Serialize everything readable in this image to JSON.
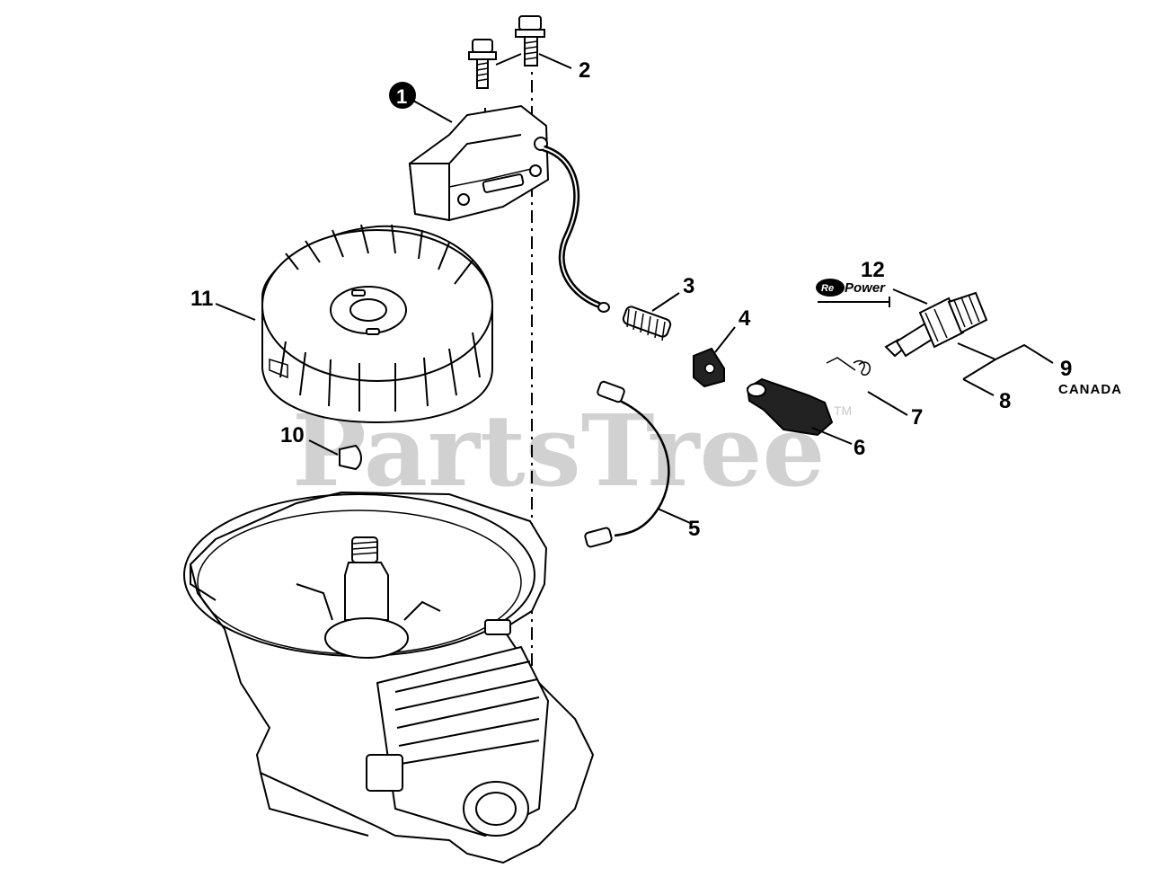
{
  "watermark": {
    "text": "PartsTree",
    "trademark": "TM"
  },
  "callouts": {
    "c1": "1",
    "c2": "2",
    "c3": "3",
    "c4": "4",
    "c5": "5",
    "c6": "6",
    "c7": "7",
    "c8": "8",
    "c9": "9",
    "c10": "10",
    "c11": "11",
    "c12": "12"
  },
  "notes": {
    "canada": "CANADA"
  },
  "repower": {
    "badge": "Re",
    "word": "Power"
  },
  "parts": [
    {
      "id": "ignition-coil",
      "callout": "1"
    },
    {
      "id": "bolts",
      "callout": "2"
    },
    {
      "id": "spring",
      "callout": "3"
    },
    {
      "id": "clamp",
      "callout": "4"
    },
    {
      "id": "stop-wire",
      "callout": "5"
    },
    {
      "id": "spark-plug-cap",
      "callout": "6"
    },
    {
      "id": "small-spring",
      "callout": "7"
    },
    {
      "id": "spark-plug",
      "callout": "8"
    },
    {
      "id": "spark-plug-canada",
      "callout": "9"
    },
    {
      "id": "key",
      "callout": "10"
    },
    {
      "id": "flywheel",
      "callout": "11"
    },
    {
      "id": "spark-plug-repower",
      "callout": "12"
    }
  ]
}
